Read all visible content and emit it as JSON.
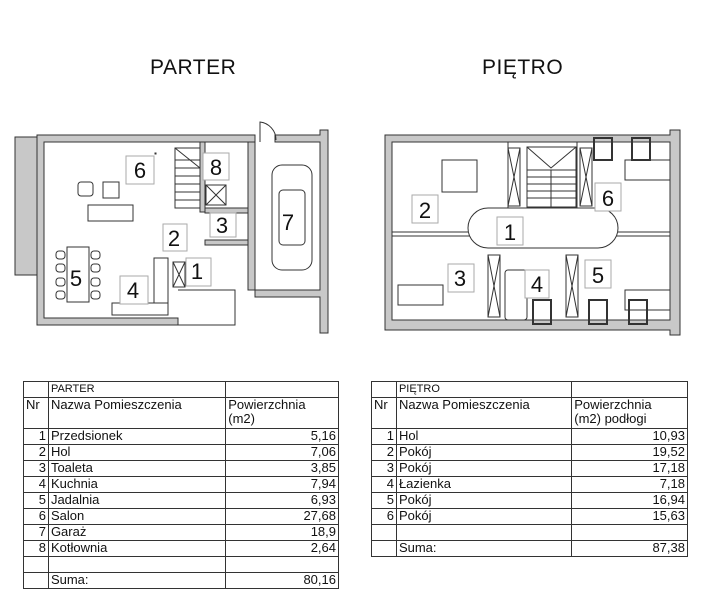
{
  "parter": {
    "title": "PARTER",
    "table": {
      "caption": "PARTER",
      "headers": {
        "nr": "Nr",
        "name": "Nazwa Pomieszczenia",
        "area_line1": "Powierzchnia",
        "area_line2": "(m2)"
      },
      "rows": [
        {
          "nr": "1",
          "name": "Przedsionek",
          "area": "5,16"
        },
        {
          "nr": "2",
          "name": "Hol",
          "area": "7,06"
        },
        {
          "nr": "3",
          "name": "Toaleta",
          "area": "3,85"
        },
        {
          "nr": "4",
          "name": "Kuchnia",
          "area": "7,94"
        },
        {
          "nr": "5",
          "name": "Jadalnia",
          "area": "6,93"
        },
        {
          "nr": "6",
          "name": "Salon",
          "area": "27,68"
        },
        {
          "nr": "7",
          "name": "Garaż",
          "area": "18,9"
        },
        {
          "nr": "8",
          "name": "Kotłownia",
          "area": "2,64"
        }
      ],
      "sum_label": "Suma:",
      "sum_value": "80,16"
    },
    "room_labels": [
      "1",
      "2",
      "3",
      "4",
      "5",
      "6",
      "7",
      "8"
    ]
  },
  "pietro": {
    "title": "PIĘTRO",
    "table": {
      "caption": "PIĘTRO",
      "headers": {
        "nr": "Nr",
        "name": "Nazwa Pomieszczenia",
        "area_line1": "Powierzchnia",
        "area_line2": "(m2)  podłogi"
      },
      "rows": [
        {
          "nr": "1",
          "name": "Hol",
          "area": "10,93"
        },
        {
          "nr": "2",
          "name": "Pokój",
          "area": "19,52"
        },
        {
          "nr": "3",
          "name": "Pokój",
          "area": "17,18"
        },
        {
          "nr": "4",
          "name": "Łazienka",
          "area": "7,18"
        },
        {
          "nr": "5",
          "name": "Pokój",
          "area": "16,94"
        },
        {
          "nr": "6",
          "name": "Pokój",
          "area": "15,63"
        }
      ],
      "sum_label": "Suma:",
      "sum_value": "87,38"
    },
    "room_labels": [
      "1",
      "2",
      "3",
      "4",
      "5",
      "6"
    ]
  },
  "colors": {
    "wall": "#c8c8c8",
    "line": "#333333"
  }
}
